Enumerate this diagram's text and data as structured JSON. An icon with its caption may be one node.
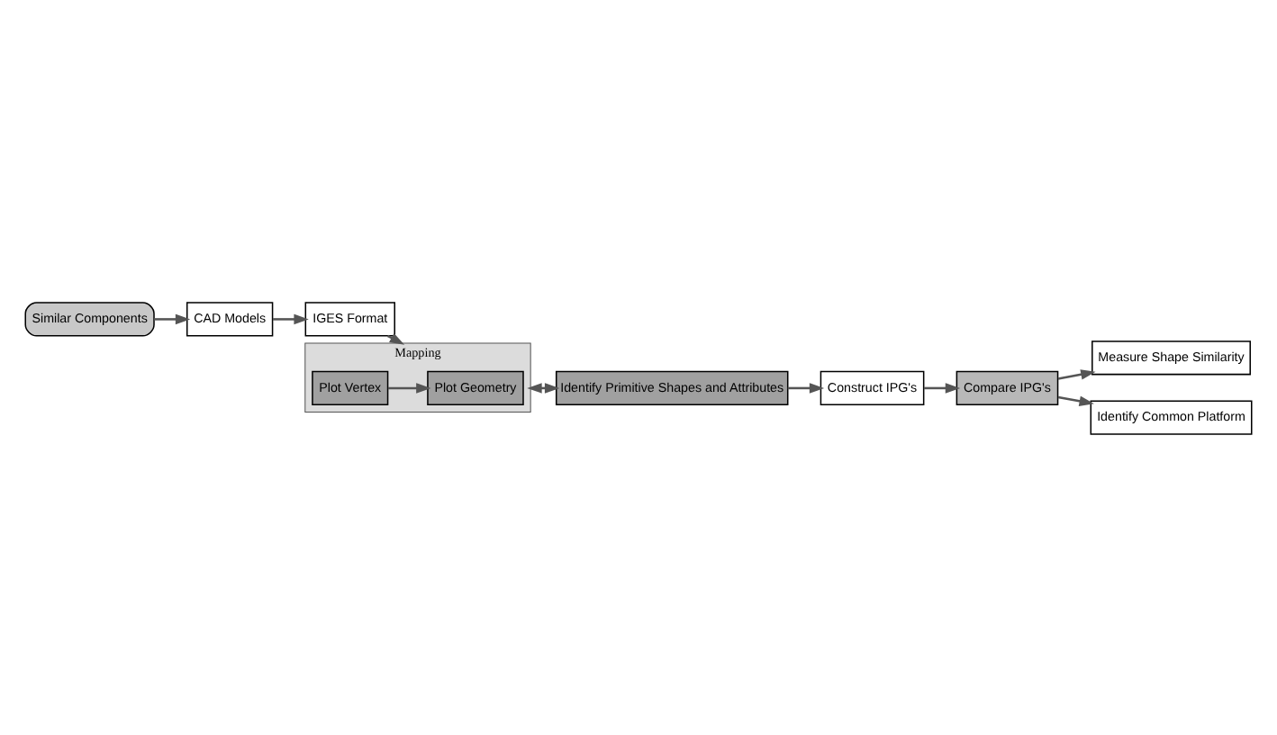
{
  "diagram": {
    "nodes": [
      {
        "text": [
          "Similar Components"
        ]
      },
      {
        "text": [
          "CAD Models"
        ]
      },
      {
        "text": [
          "IGES Format"
        ]
      },
      {
        "text": [
          "Mapping"
        ]
      },
      {
        "text": [
          "Plot Vertex"
        ],
        "in": 3
      },
      {
        "text": [
          "Plot Geometry"
        ],
        "in": 3
      },
      {
        "text": [
          "Identify Primitive Shapes and Attributes"
        ]
      },
      {
        "text": [
          "Construct IPG's"
        ]
      },
      {
        "text": [
          "Compare IPG's"
        ]
      },
      {
        "text": [
          "Measure Shape Similarity"
        ]
      },
      {
        "text": [
          "Identify Common Platform"
        ]
      }
    ],
    "edges": [
      {
        "from": 0,
        "to": 1,
        "arrow": "to"
      },
      {
        "from": 1,
        "to": 2,
        "arrow": "to"
      },
      {
        "from": 2,
        "to": 3,
        "arrow": "to"
      },
      {
        "from": 4,
        "to": 5,
        "arrow": "to"
      },
      {
        "from": 3,
        "to": 6,
        "arrow": "both"
      },
      {
        "from": 6,
        "to": 7,
        "arrow": "to"
      },
      {
        "from": 7,
        "to": 8,
        "arrow": "to"
      },
      {
        "from": 8,
        "to": 9,
        "arrow": "to"
      },
      {
        "from": 8,
        "to": 10,
        "arrow": "to"
      }
    ]
  }
}
